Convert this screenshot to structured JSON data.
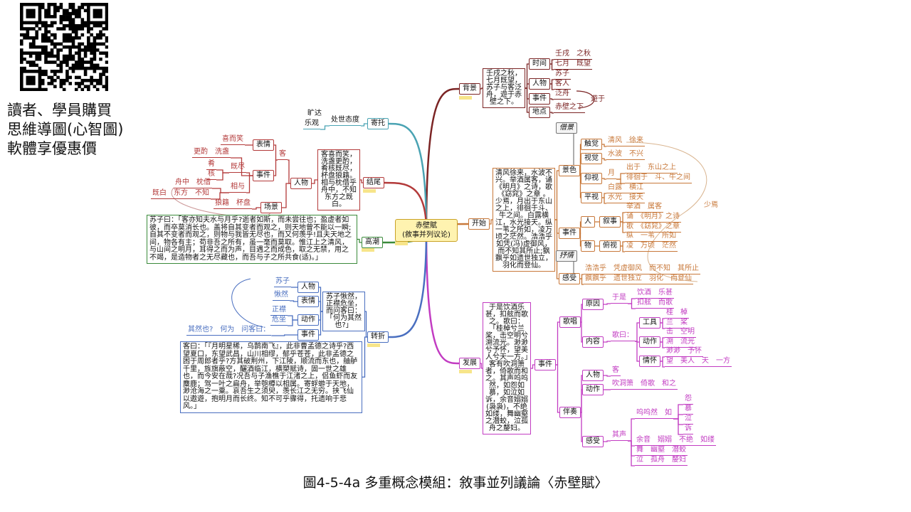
{
  "promo": {
    "lines": [
      "讀者、學員購買",
      "思維導圖(心智圖)",
      "軟體享優惠價"
    ]
  },
  "caption": "圖4-5-4a 多重概念模組：敘事並列議論〈赤壁賦〉",
  "center": {
    "title": "赤壁賦",
    "subtitle": "(敘事并列议论)"
  },
  "colors": {
    "beijing": "#7b2424",
    "kaishi": "#c8783a",
    "fazhan": "#c23cc2",
    "jituo": "#4aa3b3",
    "jiewei": "#b33a3a",
    "gaochao": "#3a8a3a",
    "zhuanzhe": "#4a6fc0",
    "center_fill": "#fff3b0"
  },
  "nodes": {
    "bj": "背景",
    "bj_desc": "壬戌之秋，七月既望，苏子与客泛舟，遊于赤壁之下。",
    "bj_time": "时间",
    "bj_person": "人物",
    "bj_event": "事件",
    "bj_place": "地点",
    "bj_l1": "壬戌　之秋",
    "bj_l2": "七月　既望",
    "bj_l3": "苏子",
    "bj_l4": "客人",
    "bj_l5": "泛舟",
    "bj_l6": "赤壁之下",
    "bj_l7": "遊于",
    "ks": "开始",
    "ks_desc": "清风徐来，水波不兴。举酒属客，诵《明月》之诗，歌《窈窕》之章 。少焉，月出于东山之上，徘徊于斗、牛之间。白露横江，水光接天。纵一苇之所如，凌万顷之茫然。浩浩乎如凭(冯)虚御风，而不知其所止;飘飘乎如遗世独立，羽化而登仙。",
    "ks_jiejing": "借景",
    "ks_jingse": "景色",
    "ks_chujue": "触觉",
    "ks_shijue": "视觉",
    "ks_yangshi": "仰视",
    "ks_pingshi": "平视",
    "ks_l1": "清风　徐来",
    "ks_l2": "水波　不兴",
    "ks_l3": "月",
    "ks_l4": "出于　东山之上",
    "ks_l5": "徘徊于　斗、牛之间",
    "ks_l6": "白露　横江",
    "ks_l7": "水光　接天",
    "ks_event": "事件",
    "ks_ren": "人",
    "ks_xushi": "叙事",
    "ks_wu": "物",
    "ks_fushi": "俯视",
    "ks_l8": "举酒　属客",
    "ks_l9": "诵　《明月》之诗",
    "ks_l10": "歌　《窈窕》之章",
    "ks_l11": "纵　一苇　所如",
    "ks_l12": "凌　万顷　茫然",
    "ks_shaoyan": "少焉",
    "ks_shuqing": "抒情",
    "ks_ganshou": "感受",
    "ks_l13": "浩浩乎　凭虚御风　而不知　其所止",
    "ks_l14": "飘飘乎　遗世独立　羽化　而登仙",
    "fz": "发展",
    "fz_desc": "于是饮酒乐甚，扣舷而歌之。歌曰：「桂棹兮兰桨，击空明兮溯流光。渺渺兮予怀，望美人兮天一方。」客有吹洞箫者，倚歌而和之。其声呜呜然，如怨如慕，如泣如诉，余音嫋嫋(袅袅)，不绝如缕，舞幽壑之潜蛟，泣孤舟之嫠妇。",
    "fz_event": "事件",
    "fz_gechang": "歌唱",
    "fz_banzou": "伴奏",
    "fz_yuanyin": "原因",
    "fz_neirong": "内容",
    "fz_gongju": "工具",
    "fz_dongzuo": "动作",
    "fz_qinghuai": "情怀",
    "fz_renwu": "人物",
    "fz_dongzuo2": "动作",
    "fz_ganshou": "感受",
    "fz_l1": "于是",
    "fz_l2": "饮酒　乐甚",
    "fz_l3": "扣舷　而歌",
    "fz_l4": "歌曰：",
    "fz_l5": "桂　棹",
    "fz_l6": "兰　桨",
    "fz_l7": "击　空明",
    "fz_l8": "溯　流光",
    "fz_l9": "渺渺　予怀",
    "fz_l10": "望　美人　天　一方",
    "fz_l11": "客",
    "fz_l12": "吹洞箫　倚歌　和之",
    "fz_l13": "呜呜然　如",
    "fz_l14": "怨",
    "fz_l15": "慕",
    "fz_l16": "泣",
    "fz_l17": "诉",
    "fz_l18": "其声",
    "fz_l19": "余音　嫋嫋　不绝　如缕",
    "fz_l20": "舞　幽壑　潜蛟",
    "fz_l21": "泣　孤舟　嫠妇",
    "jt": "寄托",
    "jt_l1": "处世态度",
    "jt_l2": "旷达",
    "jt_l3": "乐观",
    "jw": "结尾",
    "jw_desc": "客喜而笑，洗盏更酌，肴核既尽，杯盘狼籍。相与枕借乎舟中，不知东方之既白。",
    "jw_renwu": "人物",
    "jw_ke": "客",
    "jw_biaoqing": "表情",
    "jw_shijian": "事件",
    "jw_changjing": "场景",
    "jw_l1": "喜而笑",
    "jw_l2": "更酌　洗盏",
    "jw_l3": "肴",
    "jw_l4": "核",
    "jw_l5": "既尽",
    "jw_l6": "舟中　枕借",
    "jw_l7": "既白　东方　不知",
    "jw_l8": "相与",
    "jw_l9": "狼籍　杯盘",
    "gc": "高潮",
    "gc_big": "苏子曰：「客亦知夫水与月乎?逝者如斯，而未尝往也；盈虚者如彼，而卒莫消长也。盖将自其变者而观之，则天地曾不能以一瞬;自其不变者而观之，则物与我皆无尽也，而又何羡乎!且夫天地之间，物各有主；苟非吾之所有，虽一毫而莫取。惟江上之清风，与山间之明月，耳得之而为声，目遇之而成色，取之无禁，用之不竭，是造物者之无尽藏也，而吾与子之所共食(适)。」",
    "zz": "转折",
    "zz_desc": "苏子愀然，正襟危坐，而问客曰：「何为其然也?」",
    "zz_renwu": "人物",
    "zz_biaoqing": "表情",
    "zz_dongzuo": "动作",
    "zz_shijian": "事件",
    "zz_l1": "苏子",
    "zz_l2": "愀然",
    "zz_l3": "正襟",
    "zz_l4": "危坐",
    "zz_l5": "其然也?　何为　问客曰：",
    "zz_big": "客曰：「『月明星稀，乌鹊南飞』，此非曹孟德之诗乎?西望夏口，东望武昌，山川相缪，郁乎苍苍，此非孟德之困于周郎者乎?方其破荆州，下江陵，顺流而东也，舳舻千里，旌旗蔽空，釃酒临江，横槊赋诗，固一世之雄也，而今安在哉?况吾与子渔樵于江渚之上，侣鱼虾而友麋鹿；驾一叶之扁舟，举匏樽以相属。寄蜉蝣于天地，渺沧海之一粟。哀吾生之须臾，羡长江之无穷。挟飞仙以遨遊，抱明月而长终。知不可乎骤得，托遗响于悲风。」"
  }
}
